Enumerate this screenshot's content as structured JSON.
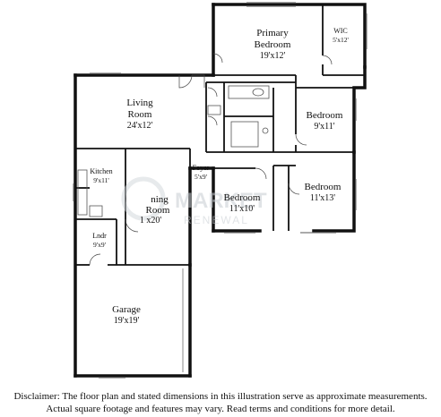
{
  "rooms": {
    "primary_bedroom": {
      "name_line1": "Primary",
      "name_line2": "Bedroom",
      "dims": "19'x12'"
    },
    "wic": {
      "name": "WIC",
      "dims": "5'x12'"
    },
    "living_room": {
      "name_line1": "Living",
      "name_line2": "Room",
      "dims": "24'x12'"
    },
    "bedroom_right_upper": {
      "name": "Bedroom",
      "dims": "9'x11'"
    },
    "kitchen": {
      "name": "Kitchen",
      "dims": "9'x11'"
    },
    "foyer": {
      "name": "Foyer",
      "dims": "5'x9'"
    },
    "dining_room": {
      "name_line1": "ning",
      "name_line2": "Room",
      "dims": "1  x20'"
    },
    "bedroom_center": {
      "name": "Bedroom",
      "dims": "11'x10'"
    },
    "bedroom_right_lower": {
      "name": "Bedroom",
      "dims": "11'x13'"
    },
    "laundry": {
      "name": "Lndr",
      "dims": "9'x9'"
    },
    "garage": {
      "name": "Garage",
      "dims": "19'x19'"
    }
  },
  "watermark": {
    "line1": "MARKET",
    "line2": "RENEWAL"
  },
  "disclaimer": {
    "line1": "Disclaimer: The floor plan and stated dimensions in this illustration serve as approximate measurements.",
    "line2": "Actual square footage and features may vary. Read terms and conditions for more detail."
  }
}
